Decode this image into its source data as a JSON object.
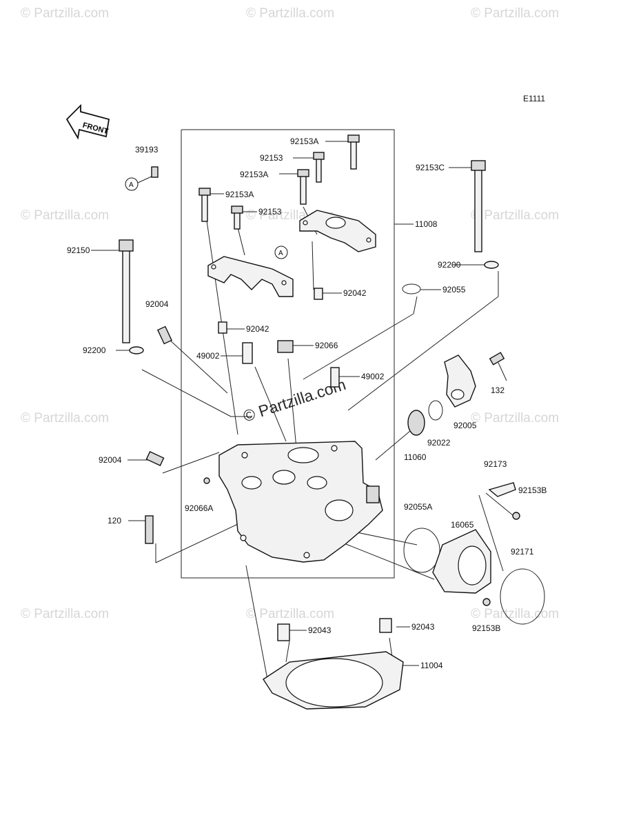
{
  "diagram": {
    "code": "E1111",
    "front_label": "FRONT",
    "ref_marker": "A",
    "watermark": "© Partzilla.com",
    "watermark_center": "© Partzilla.com"
  },
  "labels": {
    "p39193": "39193",
    "p92153A_1": "92153A",
    "p92153_1": "92153",
    "p92153A_2": "92153A",
    "p92153A_3": "92153A",
    "p92153_2": "92153",
    "p92153C": "92153C",
    "p11008": "11008",
    "p92150": "92150",
    "p92200_r": "92200",
    "p92042_1": "92042",
    "p92055": "92055",
    "p92004_1": "92004",
    "p92042_2": "92042",
    "p92066": "92066",
    "p92200_l": "92200",
    "p49002_l": "49002",
    "p49002_r": "49002",
    "p132": "132",
    "p92005": "92005",
    "p92022": "92022",
    "p11060": "11060",
    "p92004_2": "92004",
    "p92173": "92173",
    "p92153B_1": "92153B",
    "p92066A": "92066A",
    "p120": "120",
    "p92055A": "92055A",
    "p16065": "16065",
    "p92171": "92171",
    "p92153B_2": "92153B",
    "p92043_l": "92043",
    "p92043_r": "92043",
    "p11004": "11004"
  }
}
